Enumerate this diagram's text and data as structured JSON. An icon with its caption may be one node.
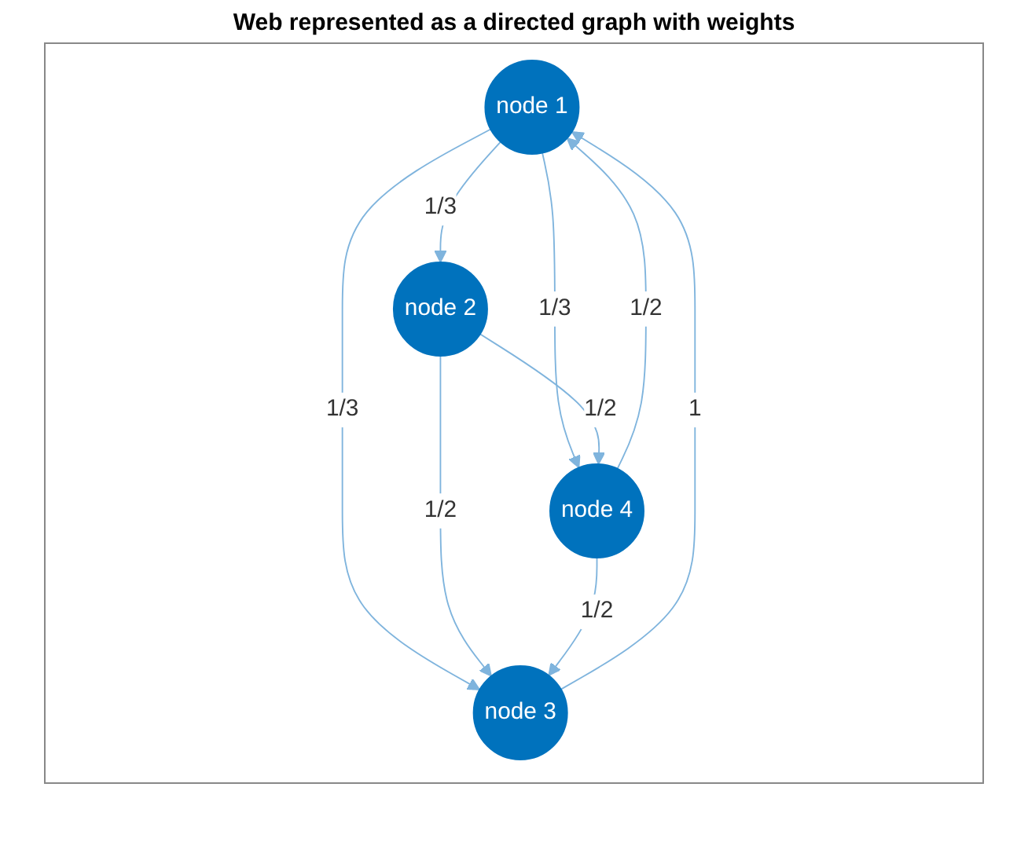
{
  "diagram": {
    "title": "Web represented as a directed graph with weights",
    "nodes": [
      {
        "text": [
          "node 1"
        ]
      },
      {
        "text": [
          "node 2"
        ]
      },
      {
        "text": [
          "node 3"
        ]
      },
      {
        "text": [
          "node 4"
        ]
      }
    ],
    "edges": [
      {
        "from": 0,
        "to": 1,
        "arrow": "to",
        "label": "1/3"
      },
      {
        "from": 0,
        "to": 3,
        "arrow": "to",
        "label": "1/3"
      },
      {
        "from": 0,
        "to": 2,
        "arrow": "to",
        "label": "1/3"
      },
      {
        "from": 1,
        "to": 3,
        "arrow": "to",
        "label": "1/2"
      },
      {
        "from": 1,
        "to": 2,
        "arrow": "to",
        "label": "1/2"
      },
      {
        "from": 3,
        "to": 0,
        "arrow": "to",
        "label": "1/2"
      },
      {
        "from": 3,
        "to": 2,
        "arrow": "to",
        "label": "1/2"
      },
      {
        "from": 2,
        "to": 0,
        "arrow": "to",
        "label": "1"
      }
    ]
  }
}
